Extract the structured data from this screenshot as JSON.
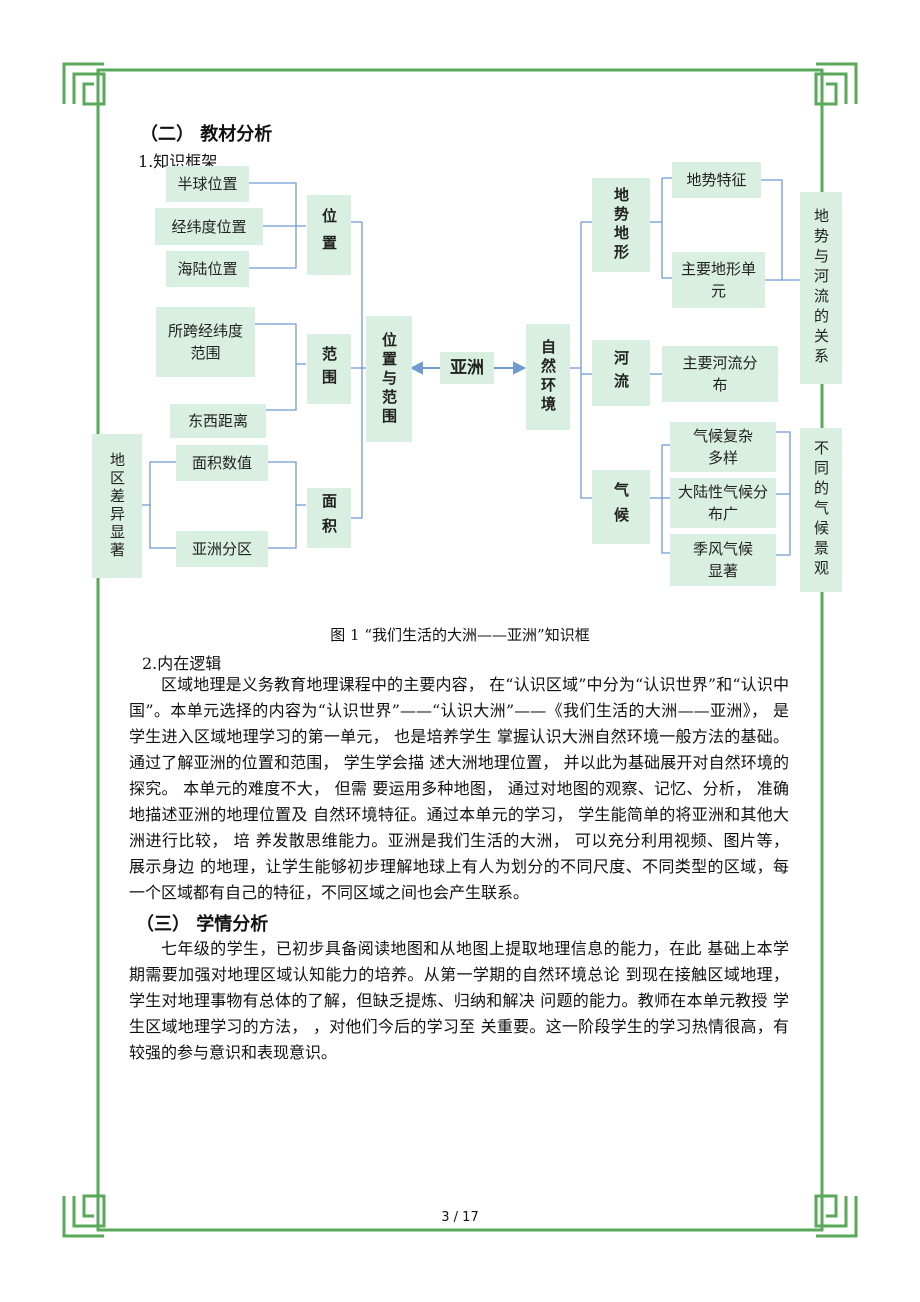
{
  "section_materials": "（二） 教材分析",
  "sub_framework": "1.知识框架",
  "diagram": {
    "center": "亚洲",
    "left": {
      "main": "位置与范围",
      "position": {
        "label": "位置",
        "items": [
          "半球位置",
          "经纬度位置",
          "海陆位置"
        ]
      },
      "range": {
        "label": "范围",
        "items": [
          "所跨经纬度范围",
          "东西距离"
        ]
      },
      "area": {
        "label": "面积",
        "items": [
          "面积数值",
          "亚洲分区"
        ]
      },
      "note": "地区差异显著"
    },
    "right": {
      "main": "自然环境",
      "terrain": {
        "label": "地势地形",
        "items": [
          "地势特征",
          "主要地形单元"
        ]
      },
      "river": {
        "label": "河流",
        "items": [
          "主要河流分布"
        ]
      },
      "climate": {
        "label": "气候",
        "items": [
          "气候复杂多样",
          "大陆性气候分布广",
          "季风气候显著"
        ]
      },
      "note_terrain_river": "地势与河流的关系",
      "note_climate": "不同的气候景观"
    }
  },
  "caption": "图 1 “我们生活的大洲——亚洲”知识框",
  "sub_logic": "2.内在逻辑",
  "logic_paragraph": "区域地理是义务教育地理课程中的主要内容， 在“认识区域”中分为“认识世界”和“认识中国”。本单元选择的内容为“认识世界”——“认识大洲”——《我们生活的大洲——亚洲》， 是学生进入区域地理学习的第一单元， 也是培养学生 掌握认识大洲自然环境一般方法的基础。通过了解亚洲的位置和范围， 学生学会描 述大洲地理位置， 并以此为基础展开对自然环境的探究。 本单元的难度不大， 但需 要运用多种地图， 通过对地图的观察、记忆、分析， 准确地描述亚洲的地理位置及 自然环境特征。通过本单元的学习， 学生能简单的将亚洲和其他大洲进行比较， 培 养发散思维能力。亚洲是我们生活的大洲， 可以充分利用视频、图片等， 展示身边 的地理，让学生能够初步理解地球上有人为划分的不同尺度、不同类型的区域，每 一个区域都有自己的特征，不同区域之间也会产生联系。",
  "section_students": "（三） 学情分析",
  "students_paragraph": "七年级的学生，已初步具备阅读地图和从地图上提取地理信息的能力，在此 基础上本学期需要加强对地理区域认知能力的培养。从第一学期的自然环境总论 到现在接触区域地理，学生对地理事物有总体的了解，但缺乏提炼、归纳和解决 问题的能力。教师在本单元教授 学生区域地理学习的方法， ，对他们今后的学习至 关重要。这一阶段学生的学习热情很高，有较强的参与意识和表现意识。",
  "page_number": "3 / 17",
  "colors": {
    "border": "#5aa85a",
    "box": "#d9efe1",
    "line": "#6f9bd0"
  }
}
